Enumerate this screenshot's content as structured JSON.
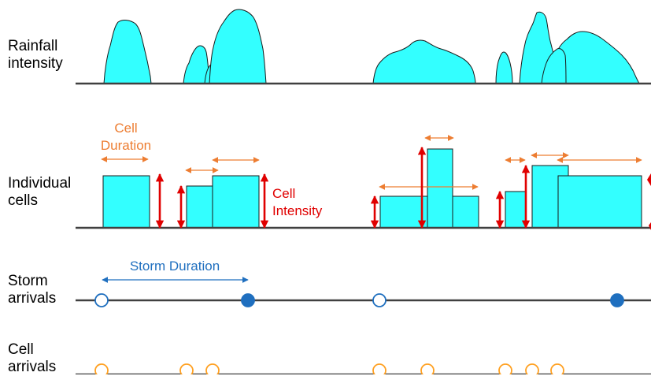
{
  "labels": {
    "rainfall": [
      "Rainfall",
      "intensity"
    ],
    "cells": [
      "Individual",
      "cells"
    ],
    "storm": [
      "Storm",
      "arrivals"
    ],
    "cell_arrivals": [
      "Cell",
      "arrivals"
    ]
  },
  "annotations": {
    "cell_duration": [
      "Cell",
      "Duration"
    ],
    "cell_intensity": [
      "Cell",
      "Intensity"
    ],
    "storm_duration": "Storm Duration"
  },
  "colors": {
    "fill": "#33FFFF",
    "duration_arrow": "#ED7D31",
    "intensity_arrow": "#E00000",
    "storm_arrow": "#1F6FBF",
    "baseline": "#404040",
    "storm_marker": "#1F6FBF",
    "cell_marker": "#FFA020"
  }
}
